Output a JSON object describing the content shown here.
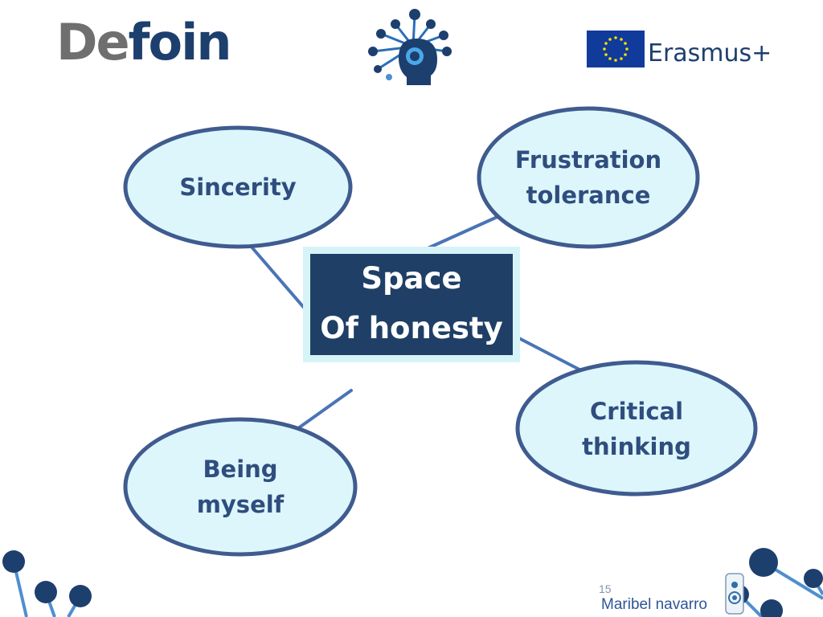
{
  "header": {
    "defoin_logo": {
      "part1": "De",
      "part2": "foin"
    },
    "erasmus_logo": {
      "text": "Erasmus+"
    }
  },
  "diagram": {
    "center": {
      "line1": "Space",
      "line2": "Of honesty"
    },
    "nodes": [
      {
        "id": "sincerity",
        "lines": [
          "Sincerity"
        ]
      },
      {
        "id": "frustration-tolerance",
        "lines": [
          "Frustration",
          "tolerance"
        ]
      },
      {
        "id": "critical-thinking",
        "lines": [
          "Critical",
          "thinking"
        ]
      },
      {
        "id": "being-myself",
        "lines": [
          "Being",
          "myself"
        ]
      }
    ]
  },
  "footer": {
    "page_number": "15",
    "author": "Maribel navarro"
  },
  "colors": {
    "bubble_fill": "#dcf6fb",
    "bubble_border": "#3f5b8f",
    "connector": "#4a74b6",
    "center_fill": "#1f3f66",
    "center_glow": "#d6f4f8",
    "bubble_text": "#2f4d7e",
    "decor_dot": "#1d3f6e",
    "decor_line": "#4e8fd0"
  }
}
